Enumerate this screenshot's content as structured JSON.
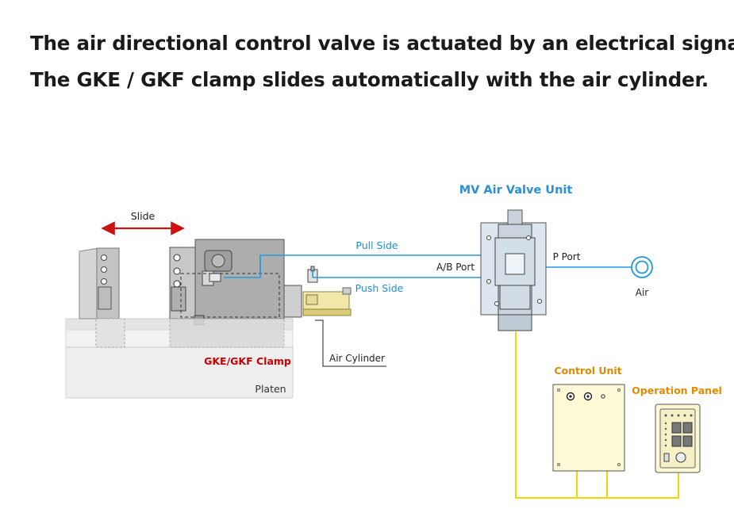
{
  "heading": {
    "line1": "The air directional control valve is actuated by an electrical signal.",
    "line2": "The GKE / GKF clamp slides automatically with the air cylinder."
  },
  "labels": {
    "slide": "Slide",
    "mv_unit": "MV Air Valve Unit",
    "pull_side": "Pull Side",
    "push_side": "Push Side",
    "ab_port": "A/B Port",
    "p_port": "P Port",
    "air": "Air",
    "clamp": "GKE/GKF Clamp",
    "air_cylinder": "Air Cylinder",
    "platen": "Platen",
    "control_unit": "Control Unit",
    "operation_panel": "Operation Panel"
  },
  "colors": {
    "heading": "#1a1a1a",
    "air_line": "#1e9be0",
    "mv_title": "#2a8fd6",
    "signal_line": "#f0d800",
    "unit_title": "#e38a00",
    "clamp_label": "#cc0000",
    "slide_arrow": "#cc1111",
    "valve_fill": "#dde6ee",
    "unit_fill": "#fdf8d6"
  },
  "icons": {
    "air_source": "air-source-icon",
    "slide_arrow": "double-arrow-icon"
  }
}
